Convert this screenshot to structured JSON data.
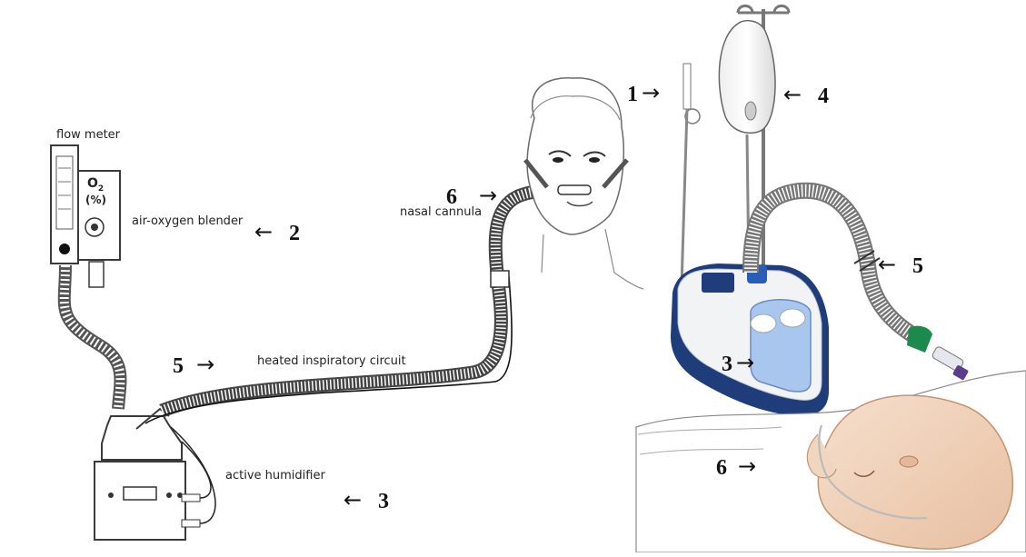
{
  "labels": {
    "flow_meter": "flow meter",
    "blender_gas": "O",
    "blender_gas_sub": "2",
    "blender_unit": "(%)",
    "air_oxygen_blender": "air-oxygen blender",
    "nasal_cannula": "nasal cannula",
    "heated_circuit": "heated inspiratory circuit",
    "active_humidifier": "active humidifier"
  },
  "numbers": {
    "n1": "1",
    "n2": "2",
    "n3_left": "3",
    "n3_right": "3",
    "n4": "4",
    "n5_left": "5",
    "n5_right": "5",
    "n6_left": "6",
    "n6_right": "6"
  },
  "arrows": {
    "right": "→",
    "left": "←"
  },
  "colors": {
    "line": "#3a3a3a",
    "device_navy": "#1f3d7a",
    "device_white": "#f2f3f5",
    "water_blue": "#a9c7ee",
    "skin": "#f1d6bf",
    "accent_green": "#1c8a4c",
    "accent_purple": "#5b3d8c"
  }
}
